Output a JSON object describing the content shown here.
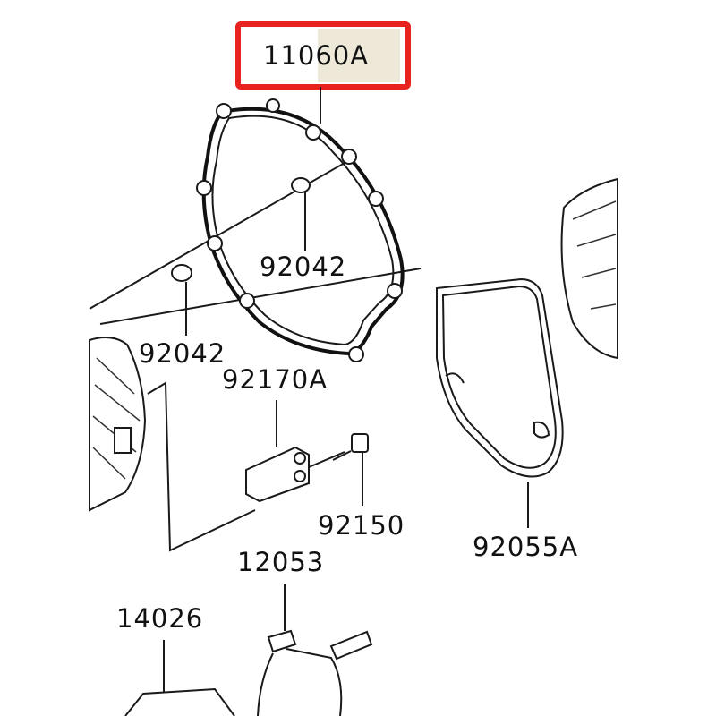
{
  "labels": {
    "main_part": "11060A",
    "dowel_upper": "92042",
    "dowel_lower": "92042",
    "clamp": "92170A",
    "bolt": "92150",
    "gasket_right": "92055A",
    "shaft": "12053",
    "bracket": "14026"
  },
  "highlight": {
    "color": "#e8231f"
  }
}
